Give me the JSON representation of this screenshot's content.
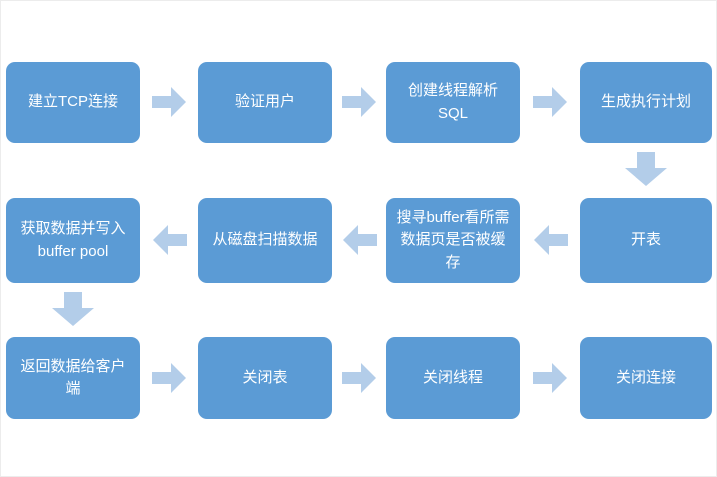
{
  "diagram": {
    "title": "mysql-query-flowchart",
    "flow_order": [
      "建立TCP连接",
      "验证用户",
      "创建线程解析SQL",
      "生成执行计划",
      "开表",
      "搜寻buffer看所需数据页是否被缓存",
      "从磁盘扫描数据",
      "获取数据并写入 buffer pool",
      "返回数据给客户端",
      "关闭表",
      "关闭线程",
      "关闭连接"
    ],
    "row1": {
      "direction": "left-to-right",
      "boxes": [
        "建立TCP连接",
        "验证用户",
        "创建线程解析SQL",
        "生成执行计划"
      ]
    },
    "row2": {
      "direction": "right-to-left",
      "boxes": [
        "获取数据并写入\nbuffer pool",
        "从磁盘扫描数据",
        "搜寻buffer看所需\n数据页是否被缓存",
        "开表"
      ]
    },
    "row3": {
      "direction": "left-to-right",
      "boxes": [
        "返回数据给客户端",
        "关闭表",
        "关闭线程",
        "关闭连接"
      ]
    },
    "connectors": {
      "row1_arrows": "right",
      "row1_to_row2": "down (right column)",
      "row2_arrows": "left",
      "row2_to_row3": "down (left column)",
      "row3_arrows": "right"
    }
  },
  "colors": {
    "box_fill": "#5B9BD5",
    "box_text": "#FFFFFF",
    "arrow_fill": "#B3CDE9",
    "canvas_bg": "#FFFFFF",
    "canvas_border": "#ECECEC"
  }
}
